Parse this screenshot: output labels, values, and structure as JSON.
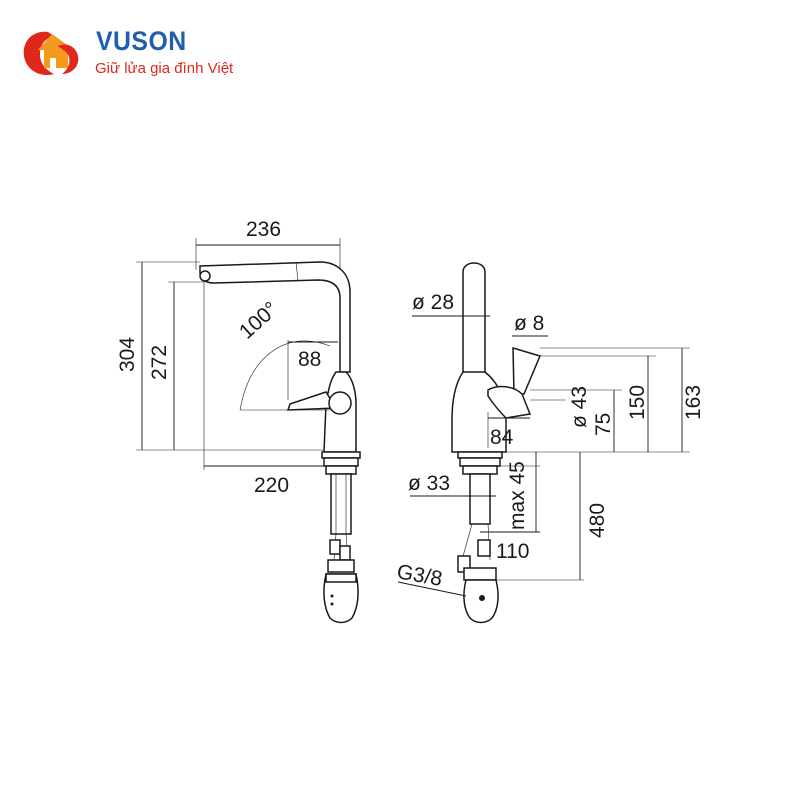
{
  "brand": {
    "name": "VUSON",
    "tagline": "Giữ lửa gia đình Việt",
    "primary_color": "#1f5fb0",
    "accent_color": "#e0271b"
  },
  "side_view": {
    "width_top": "236",
    "height_total": "304",
    "height_spout": "272",
    "angle": "100°",
    "handle_offset": "88",
    "reach": "220"
  },
  "front_view": {
    "spout_diameter": "ø 28",
    "handle_diameter": "ø 8",
    "body_diameter": "ø 43",
    "hole_diameter": "ø 33",
    "body_depth": "84",
    "deck_thickness": "max 45",
    "base_width": "110",
    "connection": "G3/8",
    "height_75": "75",
    "height_150": "150",
    "height_163": "163",
    "hose_length": "480"
  }
}
